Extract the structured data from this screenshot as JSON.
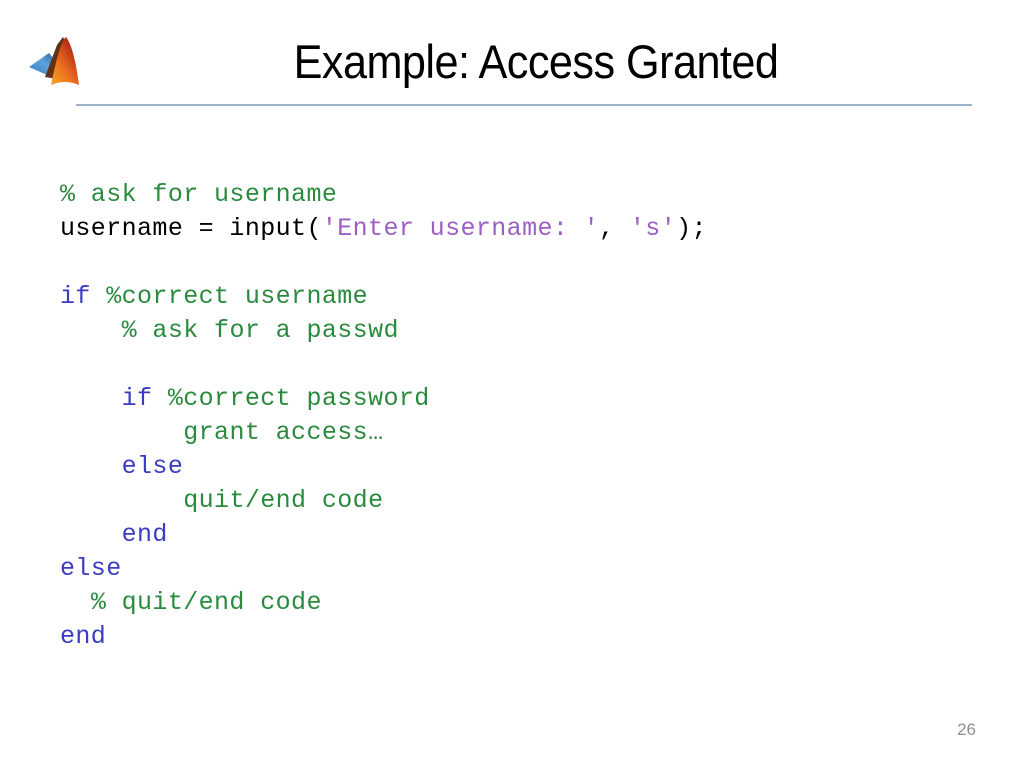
{
  "slide": {
    "title": "Example: Access Granted",
    "page_number": "26",
    "logo_name": "matlab-membrane-logo",
    "rule_color": "#9bb2cc"
  },
  "syntax_colors": {
    "comment": "#2a8a3e",
    "keyword": "#3b3bc4",
    "plain": "#000000",
    "string": "#9c5fc4"
  },
  "code": {
    "language": "matlab",
    "lines": [
      {
        "indent": 0,
        "tokens": [
          {
            "type": "comment",
            "text": "% ask for username"
          }
        ]
      },
      {
        "indent": 0,
        "tokens": [
          {
            "type": "plain",
            "text": "username = input("
          },
          {
            "type": "string",
            "text": "'Enter username: '"
          },
          {
            "type": "plain",
            "text": ", "
          },
          {
            "type": "string",
            "text": "'s'"
          },
          {
            "type": "plain",
            "text": ");"
          }
        ]
      },
      {
        "indent": 0,
        "tokens": []
      },
      {
        "indent": 0,
        "tokens": [
          {
            "type": "keyword",
            "text": "if "
          },
          {
            "type": "comment",
            "text": "%correct username"
          }
        ]
      },
      {
        "indent": 4,
        "tokens": [
          {
            "type": "comment",
            "text": "% ask for a passwd"
          }
        ]
      },
      {
        "indent": 0,
        "tokens": []
      },
      {
        "indent": 4,
        "tokens": [
          {
            "type": "keyword",
            "text": "if "
          },
          {
            "type": "comment",
            "text": "%correct password"
          }
        ]
      },
      {
        "indent": 8,
        "tokens": [
          {
            "type": "comment",
            "text": "grant access…"
          }
        ]
      },
      {
        "indent": 4,
        "tokens": [
          {
            "type": "keyword",
            "text": "else"
          }
        ]
      },
      {
        "indent": 8,
        "tokens": [
          {
            "type": "comment",
            "text": "quit/end code"
          }
        ]
      },
      {
        "indent": 4,
        "tokens": [
          {
            "type": "keyword",
            "text": "end"
          }
        ]
      },
      {
        "indent": 0,
        "tokens": [
          {
            "type": "keyword",
            "text": "else"
          }
        ]
      },
      {
        "indent": 2,
        "tokens": [
          {
            "type": "comment",
            "text": "% quit/end code"
          }
        ]
      },
      {
        "indent": 0,
        "tokens": [
          {
            "type": "keyword",
            "text": "end"
          }
        ]
      }
    ]
  }
}
